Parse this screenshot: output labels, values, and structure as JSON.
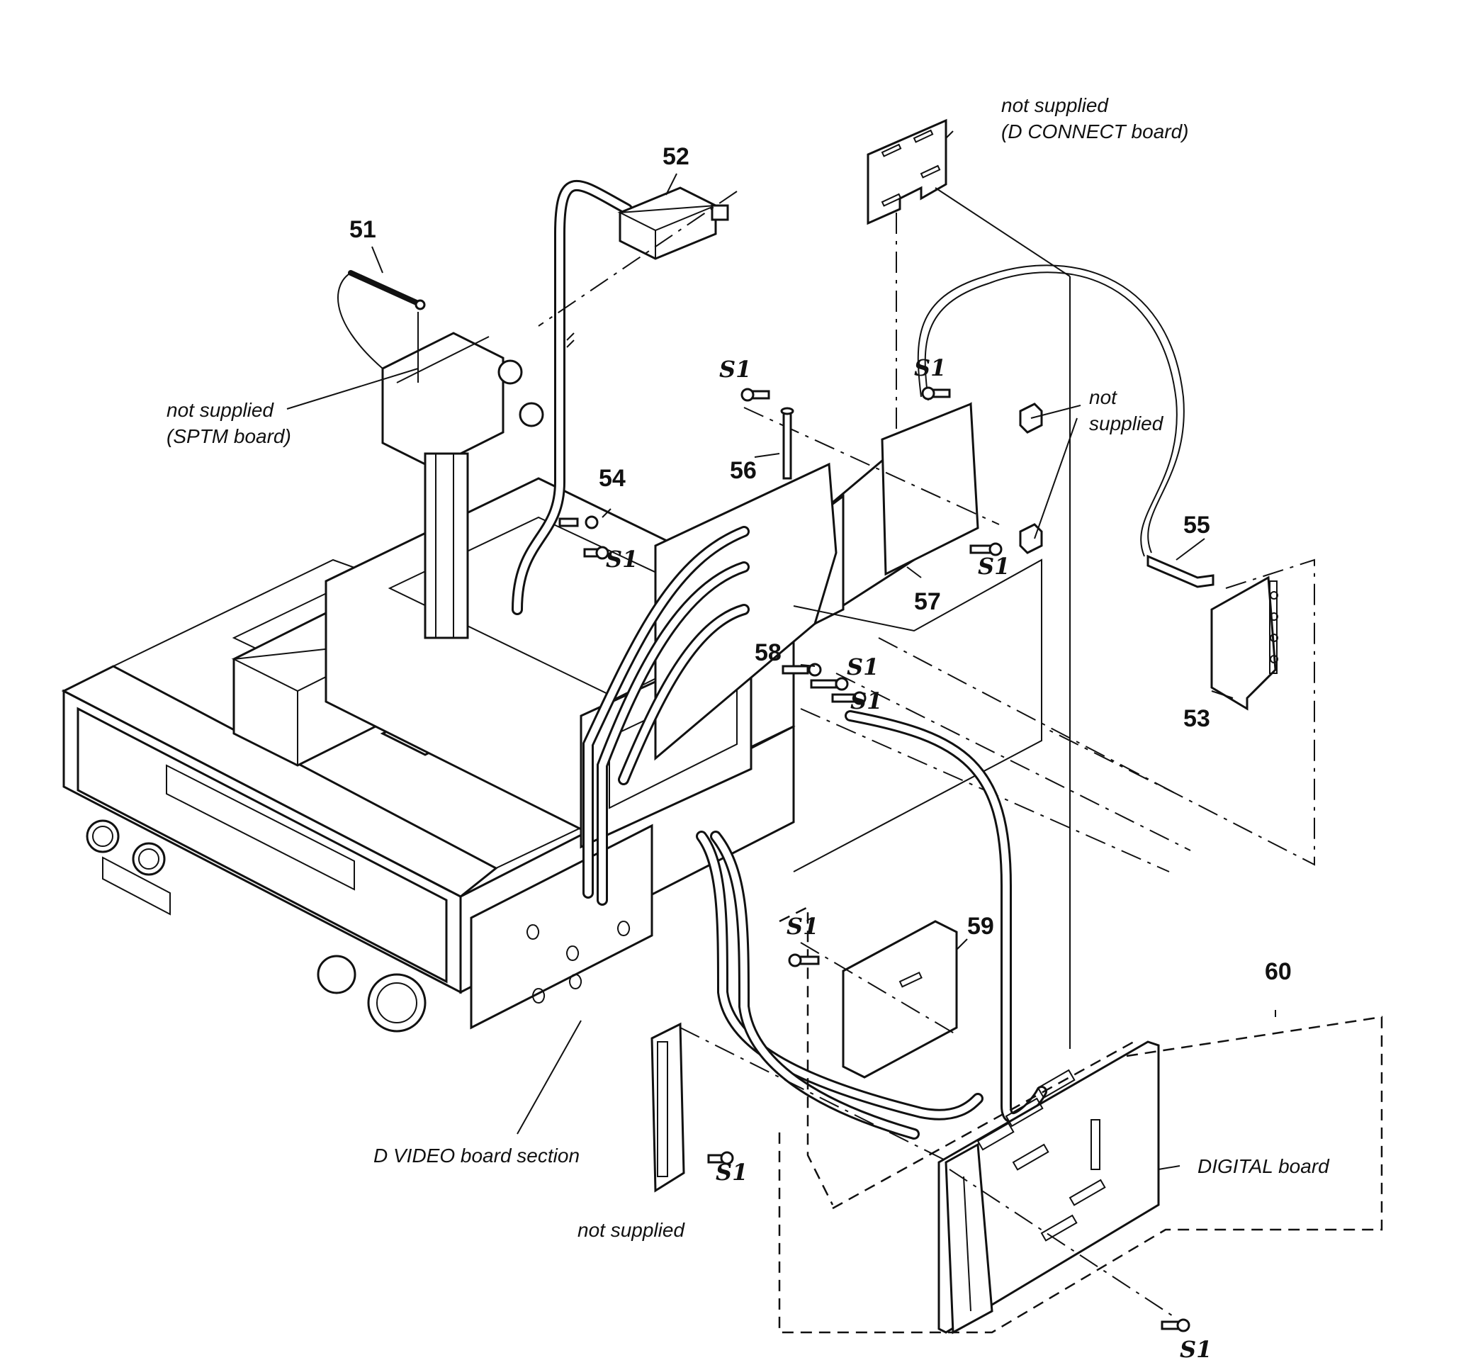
{
  "part_numbers": {
    "p51": "51",
    "p52": "52",
    "p53": "53",
    "p54": "54",
    "p55": "55",
    "p56": "56",
    "p57": "57",
    "p58": "58",
    "p59": "59",
    "p60": "60"
  },
  "notes": {
    "d_connect_1": "not supplied",
    "d_connect_2": "(D CONNECT board)",
    "sptm_1": "not supplied",
    "sptm_2": "(SPTM board)",
    "right_1": "not",
    "right_2": "supplied",
    "bottom": "not supplied",
    "d_video": "D VIDEO board section",
    "digital": "DIGITAL board"
  },
  "screw_label": "S1"
}
